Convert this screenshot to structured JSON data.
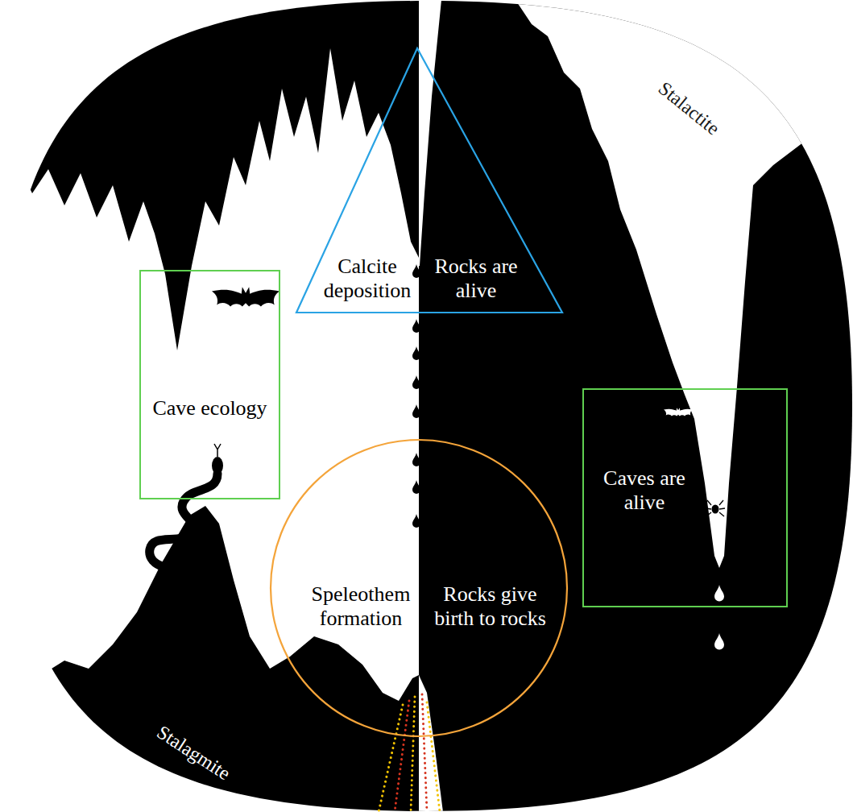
{
  "diagram": {
    "nodes": [
      {
        "text": [
          "Calcite deposition",
          "Rocks are alive"
        ]
      },
      {
        "text": [
          "Cave ecology"
        ]
      },
      {
        "text": [
          "Caves are alive"
        ]
      },
      {
        "text": [
          "Speleothem formation",
          "Rocks give birth to rocks"
        ]
      }
    ],
    "labels": [
      "Stalactite",
      "Stalagmite"
    ]
  }
}
